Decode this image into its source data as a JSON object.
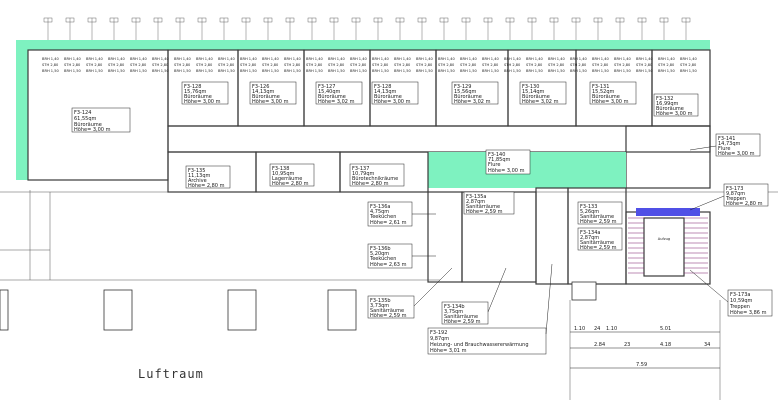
{
  "labels": {
    "luftraum": "Luftraum",
    "offices": [
      {
        "id": "F3-124",
        "area": "61,55qm",
        "use": "Büroräume",
        "height": "Höhe= 3,00 m"
      },
      {
        "id": "F3-128",
        "area": "15,76qm",
        "use": "Büroräume",
        "height": "Höhe= 3,00 m"
      },
      {
        "id": "F3-126",
        "area": "14,13qm",
        "use": "Büroräume",
        "height": "Höhe= 3,00 m"
      },
      {
        "id": "F3-127",
        "area": "15,40qm",
        "use": "Büroräume",
        "height": "Höhe= 3,02 m"
      },
      {
        "id": "F3-128",
        "area": "14,13qm",
        "use": "Büroräume",
        "height": "Höhe= 3,00 m"
      },
      {
        "id": "F3-129",
        "area": "15,56qm",
        "use": "Büroräume",
        "height": "Höhe= 3,02 m"
      },
      {
        "id": "F3-130",
        "area": "15,14qm",
        "use": "Büroräume",
        "height": "Höhe= 3,02 m"
      },
      {
        "id": "F3-131",
        "area": "15,52qm",
        "use": "Büroräume",
        "height": "Höhe= 3,00 m"
      },
      {
        "id": "F3-132",
        "area": "16,99qm",
        "use": "Büroräume",
        "height": "Höhe= 3,00 m"
      }
    ],
    "corridor": {
      "id": "F3-140",
      "area": "71,85qm",
      "use": "Flure",
      "height": "Höhe= 3,00 m"
    },
    "corridor2": {
      "id": "F3-141",
      "area": "14,73qm",
      "use": "Flure",
      "height": "Höhe= 3,00 m"
    },
    "archive": {
      "id": "F3-135",
      "area": "11,13qm",
      "use": "Archive",
      "height": "Höhe= 2,80 m"
    },
    "storage": {
      "id": "F3-138",
      "area": "10,95qm",
      "use": "Lagerräume",
      "height": "Höhe= 2,80 m"
    },
    "technik": {
      "id": "F3-137",
      "area": "10,79qm",
      "use": "Bürotechnikräume",
      "height": "Höhe= 2,80 m"
    },
    "kitchen_a": {
      "id": "F3-136a",
      "area": "4,75qm",
      "use": "Teeküchen",
      "height": "Höhe= 2,61 m"
    },
    "kitchen_b": {
      "id": "F3-136b",
      "area": "5,20qm",
      "use": "Teeküchen",
      "height": "Höhe= 2,63 m"
    },
    "sanitary_a": {
      "id": "F3-135a",
      "area": "2,87qm",
      "use": "Sanitärräume",
      "height": "Höhe= 2,59 m"
    },
    "sanitary_b": {
      "id": "F3-135b",
      "area": "3,73qm",
      "use": "Sanitärräume",
      "height": "Höhe= 2,59 m"
    },
    "sanitary_c": {
      "id": "F3-134b",
      "area": "3,75qm",
      "use": "Sanitärräume",
      "height": "Höhe= 2,59 m"
    },
    "sanitary_d": {
      "id": "F3-133",
      "area": "5,26qm",
      "use": "Sanitärräume",
      "height": "Höhe= 2,59 m"
    },
    "sanitary_e": {
      "id": "F3-134a",
      "area": "2,87qm",
      "use": "Sanitärräume",
      "height": "Höhe= 2,59 m"
    },
    "heating": {
      "id": "F3-192",
      "area": "9,87qm",
      "use": "Heizung- und Brauchwassererwärmung",
      "height": "Höhe= 3,01 m"
    },
    "stairs": {
      "id": "F3-173",
      "area": "9,87qm",
      "use": "Treppen",
      "height": "Höhe= 2,80 m"
    },
    "stairs2": {
      "id": "F3-173a",
      "area": "10,59qm",
      "use": "Treppen",
      "height": "Höhe= 3,86 m"
    },
    "lift": "Aufzug"
  },
  "window_tags": {
    "line1": "BRH 1,40",
    "line2": "STH 2,80",
    "line3": "BRH 1,50"
  },
  "dimensions": {
    "row1": [
      "1.10",
      "24",
      "1.10",
      "5.01"
    ],
    "row2": [
      "2.84",
      "23",
      "4.18",
      "34"
    ],
    "row3": [
      "7.59"
    ]
  },
  "colors": {
    "office": "#fafa96",
    "corridor": "#7ef2c0",
    "wet": "#b4f08c",
    "heating": "#f57fa0",
    "stairs": "#f050c8",
    "wall": "#333333"
  }
}
